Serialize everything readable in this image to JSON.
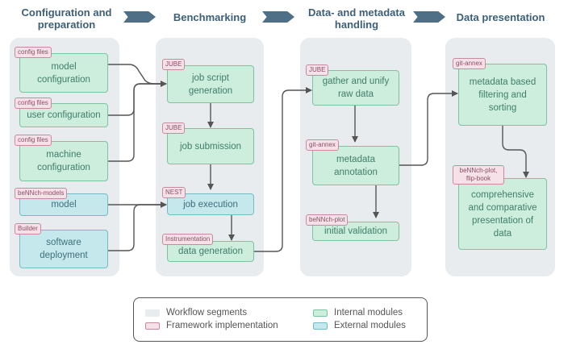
{
  "headers": {
    "col1": "Configuration and preparation",
    "col2": "Benchmarking",
    "col3": "Data- and metadata handling",
    "col4": "Data presentation"
  },
  "modules": {
    "model_config": "model configuration",
    "user_config": "user configuration",
    "machine_config": "machine configuration",
    "model": "model",
    "software_deployment": "software deployment",
    "job_script_generation": "job script generation",
    "job_submission": "job submission",
    "job_execution": "job execution",
    "data_generation": "data generation",
    "gather_unify": "gather and unify raw data",
    "metadata_annotation": "metadata annotation",
    "initial_validation": "initial validation",
    "metadata_filtering": "metadata based filtering and sorting",
    "comprehensive_presentation": "comprehensive and comparative presentation of data"
  },
  "tags": {
    "model_config": "config files",
    "user_config": "config files",
    "machine_config": "config files",
    "model": "beNNch-models",
    "software_deployment": "Builder",
    "job_script_generation": "JUBE",
    "job_submission": "JUBE",
    "job_execution": "NEST",
    "data_generation": "Instrumentation",
    "gather_unify": "JUBE",
    "metadata_annotation": "git-annex",
    "initial_validation": "beNNch-plot",
    "metadata_filtering": "git-annex",
    "comprehensive_presentation": "beNNch-plot, flip-book"
  },
  "legend": {
    "workflow_segments": "Workflow segments",
    "framework_implementation": "Framework implementation",
    "internal_modules": "Internal modules",
    "external_modules": "External modules"
  },
  "colors": {
    "segment": "#e9ecef",
    "internal": "#cdeedd",
    "external": "#c5e8ec",
    "framework": "#f6e1e8",
    "header": "#3d5f78"
  }
}
